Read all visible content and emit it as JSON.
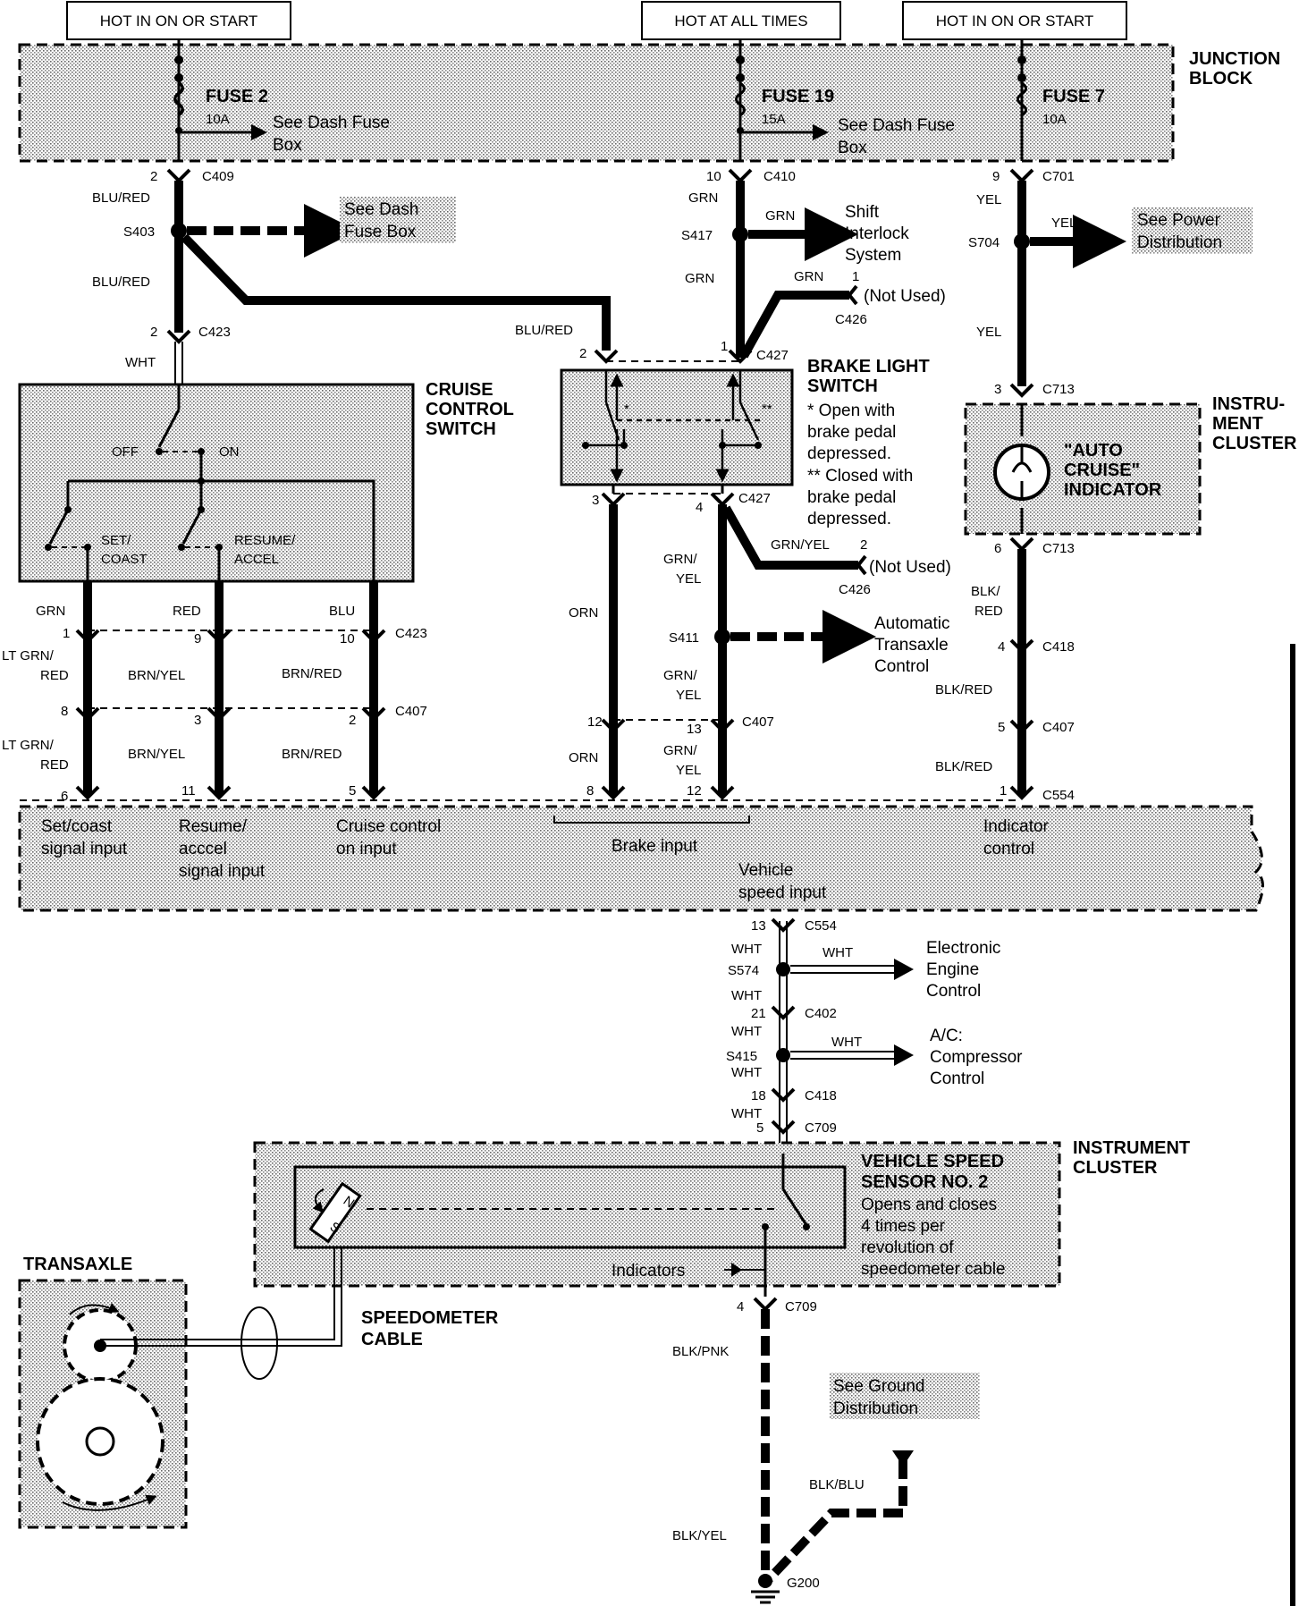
{
  "headers": {
    "hot_run_left": "HOT IN ON OR START",
    "hot_all_times": "HOT AT ALL TIMES",
    "hot_run_right": "HOT IN ON OR START"
  },
  "junction_block": {
    "title_1": "JUNCTION",
    "title_2": "BLOCK",
    "fuse2": {
      "name": "FUSE 2",
      "rating": "10A",
      "see_1": "See Dash Fuse",
      "see_2": "Box"
    },
    "fuse19": {
      "name": "FUSE 19",
      "rating": "15A",
      "see_1": "See Dash Fuse",
      "see_2": "Box"
    },
    "fuse7": {
      "name": "FUSE 7",
      "rating": "10A"
    }
  },
  "left_branch": {
    "pin_c409": "2",
    "c409": "C409",
    "wire_1": "BLU/RED",
    "s403": "S403",
    "see_1": "See Dash",
    "see_2": "Fuse Box",
    "wire_2": "BLU/RED",
    "pin_c423": "2",
    "c423": "C423",
    "wire_3": "WHT"
  },
  "cruise_switch": {
    "title_1": "CRUISE",
    "title_2": "CONTROL",
    "title_3": "SWITCH",
    "off": "OFF",
    "on": "ON",
    "set_1": "SET/",
    "set_2": "COAST",
    "resume_1": "RESUME/",
    "resume_2": "ACCEL",
    "wire_grn": "GRN",
    "wire_red": "RED",
    "wire_blu": "BLU"
  },
  "left_connectors": {
    "c423_pins": [
      "1",
      "9",
      "10"
    ],
    "c423": "C423",
    "wire_ltgrn_1": "LT GRN/",
    "wire_ltgrn_2": "RED",
    "wire_brnyel": "BRN/YEL",
    "wire_brnred": "BRN/RED",
    "c407_pins": [
      "8",
      "3",
      "2"
    ],
    "c407": "C407",
    "pcm_pins": [
      "6",
      "11",
      "5"
    ]
  },
  "middle_branch": {
    "pin_c410": "10",
    "c410": "C410",
    "wire_grn": "GRN",
    "s417": "S417",
    "shift_1": "Shift",
    "shift_2": "Interlock",
    "shift_3": "System",
    "wire_grn_2": "GRN",
    "wire_grn_3": "GRN",
    "pin_c426_1": "1",
    "not_used_1": "(Not Used)",
    "c426_a": "C426",
    "wire_blured": "BLU/RED",
    "pin_c427_2": "2",
    "pin_c427_1": "1",
    "c427_top": "C427"
  },
  "brake_switch": {
    "title_1": "BRAKE LIGHT",
    "title_2": "SWITCH",
    "note_1": "* Open with",
    "note_2": "brake pedal",
    "note_3": "depressed.",
    "note_4": "** Closed with",
    "note_5": "brake pedal",
    "note_6": "depressed.",
    "mark_1": "*",
    "mark_2": "**",
    "pin_3": "3",
    "pin_4": "4",
    "c427_bottom": "C427",
    "wire_grnyel_1": "GRN/",
    "wire_grnyel_2": "YEL",
    "wire_grnyel_3": "GRN/YEL",
    "pin_c426_2": "2",
    "not_used_2": "(Not Used)",
    "c426_b": "C426",
    "wire_orn": "ORN",
    "s411": "S411",
    "atc_1": "Automatic",
    "atc_2": "Transaxle",
    "atc_3": "Control",
    "wire_grnyel_4": "GRN/",
    "wire_grnyel_5": "YEL",
    "pin_c407_12": "12",
    "pin_c407_13": "13",
    "c407": "C407",
    "wire_orn_2": "ORN",
    "wire_grnyel_6": "GRN/",
    "wire_grnyel_7": "YEL",
    "pcm_pin_8": "8",
    "pcm_pin_12": "12"
  },
  "right_branch": {
    "pin_c701": "9",
    "c701": "C701",
    "wire_yel": "YEL",
    "s704": "S704",
    "wire_yel_2": "YEL",
    "see_1": "See Power",
    "see_2": "Distribution",
    "wire_yel_3": "YEL",
    "pin_c713_3": "3",
    "c713": "C713",
    "cluster_1": "INSTRU-",
    "cluster_2": "MENT",
    "cluster_3": "CLUSTER",
    "ind_1": "\"AUTO",
    "ind_2": "CRUISE\"",
    "ind_3": "INDICATOR",
    "pin_c713_6": "6",
    "c713_b": "C713",
    "wire_blkred_1": "BLK/",
    "wire_blkred_2": "RED",
    "pin_c418": "4",
    "c418": "C418",
    "wire_blkred_3": "BLK/RED",
    "pin_c407": "5",
    "c407": "C407",
    "wire_blkred_4": "BLK/RED",
    "pin_c554": "1",
    "c554": "C554"
  },
  "pcm": {
    "set_1": "Set/coast",
    "set_2": "signal input",
    "res_1": "Resume/",
    "res_2": "acccel",
    "res_3": "signal input",
    "cc_1": "Cruise control",
    "cc_2": "on input",
    "brake": "Brake input",
    "vss_1": "Vehicle",
    "vss_2": "speed input",
    "ind_1": "Indicator",
    "ind_2": "control"
  },
  "vss_branch": {
    "pin_c554": "13",
    "c554": "C554",
    "wht_1": "WHT",
    "s574": "S574",
    "wht_2": "WHT",
    "eec_1": "Electronic",
    "eec_2": "Engine",
    "eec_3": "Control",
    "wht_3": "WHT",
    "pin_c402": "21",
    "c402": "C402",
    "wht_4": "WHT",
    "s415": "S415",
    "wht_5": "WHT",
    "ac_1": "A/C:",
    "ac_2": "Compressor",
    "ac_3": "Control",
    "wht_6": "WHT",
    "pin_c418": "18",
    "c418": "C418",
    "wht_7": "WHT",
    "pin_c709": "5",
    "c709": "C709"
  },
  "cluster_bottom": {
    "title_1": "INSTRUMENT",
    "title_2": "CLUSTER",
    "vss_1": "VEHICLE SPEED",
    "vss_2": "SENSOR NO. 2",
    "vss_3": "Opens and closes",
    "vss_4": "4 times per",
    "vss_5": "revolution of",
    "vss_6": "speedometer cable",
    "indicators": "Indicators",
    "magnet_n": "N",
    "magnet_s": "S"
  },
  "transaxle": {
    "title": "TRANSAXLE",
    "cable_1": "SPEEDOMETER",
    "cable_2": "CABLE"
  },
  "ground": {
    "pin_c709": "4",
    "c709": "C709",
    "wire_blkpnk": "BLK/PNK",
    "see_1": "See Ground",
    "see_2": "Distribution",
    "wire_blkblu": "BLK/BLU",
    "wire_blkyel": "BLK/YEL",
    "g200": "G200"
  }
}
